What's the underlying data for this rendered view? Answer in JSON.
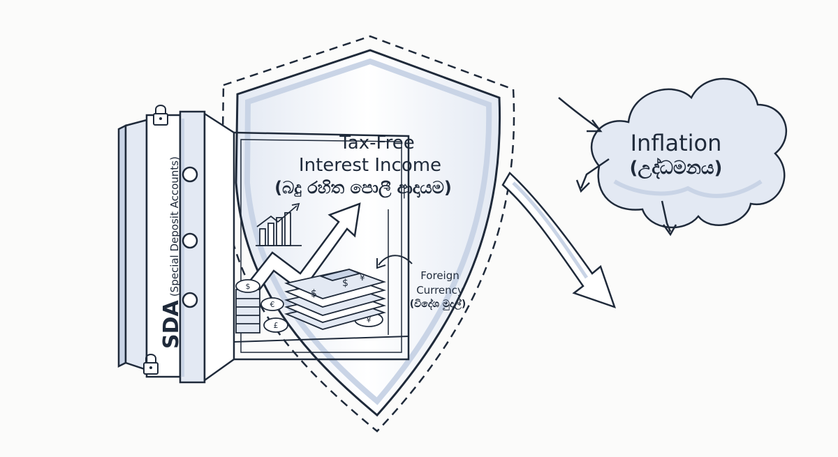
{
  "vault": {
    "label_main": "SDA",
    "label_sub": "(Special Deposit Accounts)"
  },
  "income": {
    "title_line1": "Tax-Free",
    "title_line2": "Interest Income",
    "title_sinhala": "(බදු රහිත පොලී ආදායම)"
  },
  "currency": {
    "line1": "Foreign",
    "line2": "Currency",
    "sinhala": "(විදේශ මුදල්)"
  },
  "inflation": {
    "title": "Inflation",
    "sinhala": "(උද්ධමනය)"
  },
  "icons": [
    "lock-icon",
    "shield-icon",
    "cloud-icon",
    "bar-chart-icon",
    "trend-arrow-icon",
    "money-stack-icon",
    "coin-icon"
  ],
  "colors": {
    "ink": "#1f2a3a",
    "shade": "#c9d4e6",
    "light_shade": "#e3e9f3",
    "background": "#fbfbfa"
  }
}
